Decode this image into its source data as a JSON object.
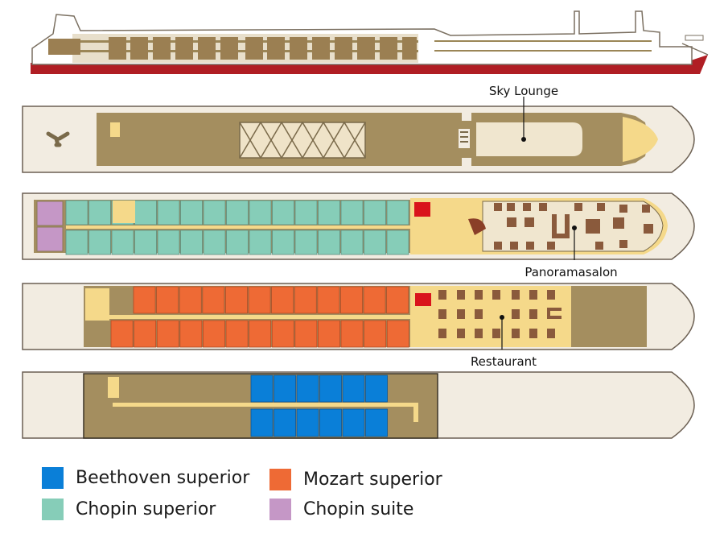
{
  "labels": {
    "sky_lounge": "Sky Lounge",
    "panoramasalon": "Panoramasalon",
    "restaurant": "Restaurant"
  },
  "legend": [
    {
      "label": "Beethoven superior",
      "color": "#0a7fd8"
    },
    {
      "label": "Mozart superior",
      "color": "#ee6a35"
    },
    {
      "label": "Chopin superior",
      "color": "#86cdb8"
    },
    {
      "label": "Chopin suite",
      "color": "#c597c6"
    }
  ],
  "colors": {
    "hull": "#f2ece1",
    "hull_stroke": "#6b5f52",
    "deck": "#a48e5f",
    "public_area": "#f5d98a",
    "lounge_floor": "#f0e6cf",
    "furniture": "#8a5a3c",
    "red_hull": "#b01e24",
    "red_marker": "#d9141c"
  },
  "icons": [
    "propeller-icon",
    "stair-icon",
    "elevator-icon"
  ]
}
